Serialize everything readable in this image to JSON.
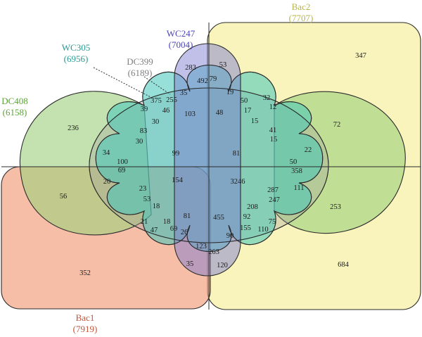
{
  "sets": {
    "bac2": {
      "name": "Bac2",
      "total": "(7707)",
      "color": "#f4ee98",
      "label_color": "#b9b54a"
    },
    "bac1": {
      "name": "Bac1",
      "total": "(7919)",
      "color": "#f19a78",
      "label_color": "#c0563a"
    },
    "dc408": {
      "name": "DC408",
      "total": "(6158)",
      "color": "#9fd07e",
      "label_color": "#5ea23a"
    },
    "dc399": {
      "name": "DC399",
      "total": "(6189)",
      "color": "#9f9f9f",
      "label_color": "#7f7f7f"
    },
    "wc305": {
      "name": "WC305",
      "total": "(6956)",
      "color": "#42c7bb",
      "label_color": "#2a9a92"
    },
    "wc247": {
      "name": "WC247",
      "total": "(7004)",
      "color": "#7c7bd2",
      "label_color": "#4a46b5"
    }
  },
  "region_counts": {
    "r_347": "347",
    "r_72": "72",
    "r_253": "253",
    "r_684": "684",
    "r_236": "236",
    "r_56": "56",
    "r_352": "352",
    "r_283": "283",
    "r_53": "53",
    "r_79": "79",
    "r_492": "492",
    "r_35a": "35",
    "r_255": "255",
    "r_375": "375",
    "r_19": "19",
    "r_50a": "50",
    "r_32": "32",
    "r_17": "17",
    "r_12": "12",
    "r_15a": "15",
    "r_39": "39",
    "r_46": "46",
    "r_103": "103",
    "r_48": "48",
    "r_30a": "30",
    "r_83": "83",
    "r_30b": "30",
    "r_41": "41",
    "r_15b": "15",
    "r_22": "22",
    "r_34": "34",
    "r_99": "99",
    "r_81a": "81",
    "r_100": "100",
    "r_69a": "69",
    "r_20": "20",
    "r_50b": "50",
    "r_358": "358",
    "r_111": "111",
    "r_154": "154",
    "r_3246": "3246",
    "r_23": "23",
    "r_53b": "53",
    "r_287": "287",
    "r_247": "247",
    "r_18a": "18",
    "r_81b": "81",
    "r_455": "455",
    "r_208": "208",
    "r_21": "21",
    "r_18b": "18",
    "r_69b": "69",
    "r_26": "26",
    "r_92": "92",
    "r_75": "75",
    "r_47": "47",
    "r_155": "155",
    "r_110": "110",
    "r_90": "90",
    "r_123": "123",
    "r_263": "263",
    "r_35b": "35",
    "r_120": "120"
  }
}
